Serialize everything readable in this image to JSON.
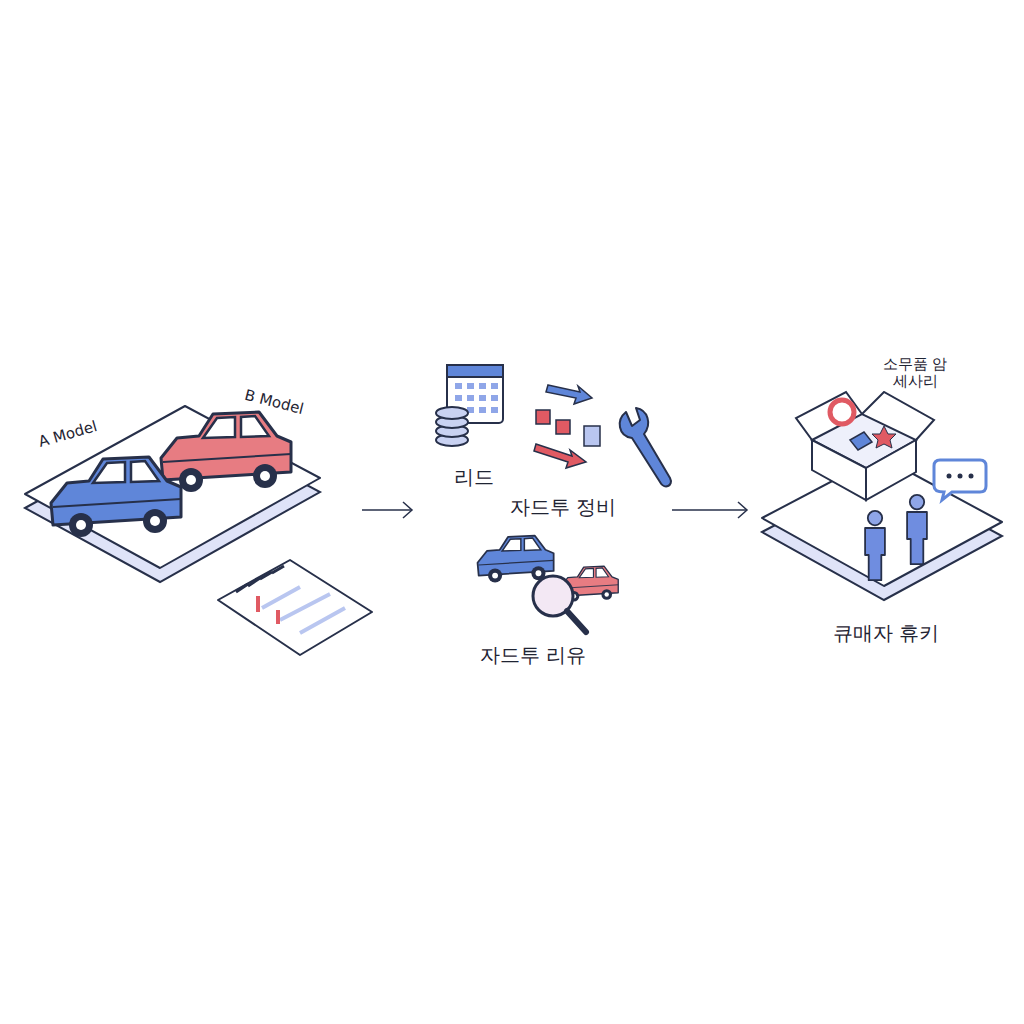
{
  "diagram": {
    "nodes": [
      {
        "text": [
          "A Model",
          "B Model"
        ]
      },
      {
        "text": [
          "리드",
          "자드투 정비",
          "자드투 리유"
        ]
      },
      {
        "text": [
          "소무품 암세사리",
          "큐매자 휴키"
        ]
      }
    ],
    "edges": [
      {
        "from": 0,
        "to": 1,
        "arrow": "to"
      },
      {
        "from": 1,
        "to": 2,
        "arrow": "to"
      }
    ]
  }
}
